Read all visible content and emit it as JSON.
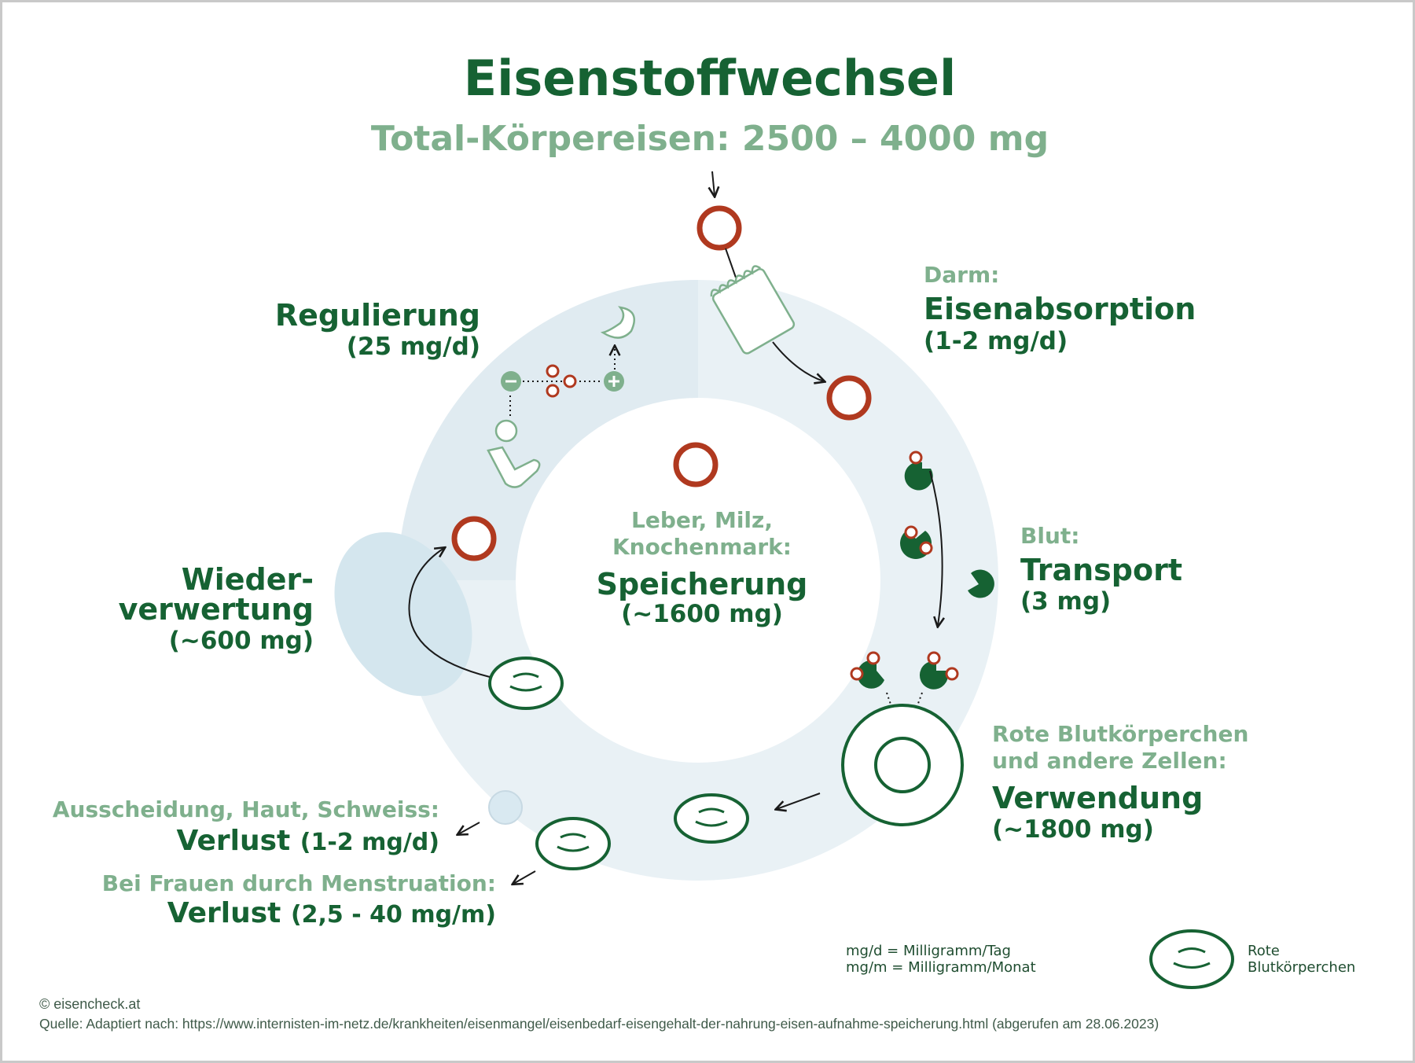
{
  "title": "Eisenstoffwechsel",
  "subtitle": "Total-Körpereisen: 2500 – 4000 mg",
  "stations": {
    "darm": {
      "label": "Darm:",
      "name": "Eisenabsorption",
      "value": "(1-2 mg/d)"
    },
    "blut": {
      "label": "Blut:",
      "name": "Transport",
      "value": "(3 mg)"
    },
    "verwendung": {
      "label_1": "Rote Blutkörperchen",
      "label_2": "und andere Zellen:",
      "name": "Verwendung",
      "value": "(~1800 mg)"
    },
    "speicherung": {
      "label_1": "Leber, Milz,",
      "label_2": "Knochenmark:",
      "name": "Speicherung",
      "value": "(~1600 mg)"
    },
    "wiederverwertung": {
      "name_1": "Wieder-",
      "name_2": "verwertung",
      "value": "(~600 mg)"
    },
    "regulierung": {
      "name": "Regulierung",
      "value": "(25 mg/d)"
    },
    "verlust_haut": {
      "label": "Ausscheidung, Haut, Schweiss:",
      "name": "Verlust",
      "value": "(1-2 mg/d)"
    },
    "verlust_menstruation": {
      "label": "Bei Frauen durch Menstruation:",
      "name": "Verlust",
      "value": "(2,5 - 40 mg/m)"
    }
  },
  "legend": {
    "unit_day": "mg/d = Milligramm/Tag",
    "unit_month": "mg/m = Milligramm/Monat",
    "rbc_label_1": "Rote",
    "rbc_label_2": "Blutkörperchen"
  },
  "footer": {
    "copyright": "© eisencheck.at",
    "source": "Quelle: Adaptiert nach: https://www.internisten-im-netz.de/krankheiten/eisenmangel/eisenbedarf-eisengehalt-der-nahrung-eisen-aufnahme-speicherung.html (abgerufen am 28.06.2023)"
  },
  "colors": {
    "dark_green": "#166233",
    "light_green": "#7fb08d",
    "iron_red": "#b0391f",
    "ring_blue": "#e6eff4",
    "spleen_blue": "#d4e6ee"
  },
  "icons": [
    "iron-ring-icon",
    "intestine-icon",
    "transferrin-icon",
    "red-blood-cell-icon",
    "liver-icon",
    "hepcidin-icon",
    "macrophage-icon",
    "sweat-drop-icon"
  ]
}
